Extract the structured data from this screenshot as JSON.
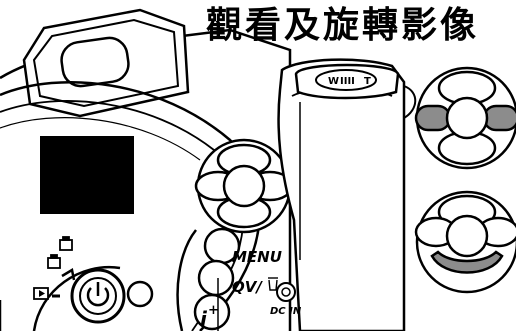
{
  "title": "觀看及旋轉影像",
  "labels": {
    "menu": "MENU",
    "qv": "QV/",
    "info": "i",
    "info_sup": "+",
    "dc_in": "DC IN",
    "zoom": "W",
    "zoom_t": "T"
  },
  "colors": {
    "highlight": "#8c8c8c",
    "line": "#000000"
  },
  "icons": {
    "delete": "trash-icon",
    "power": "power-icon",
    "record_mode": "camera-icon",
    "playback_mode": "play-icon"
  }
}
